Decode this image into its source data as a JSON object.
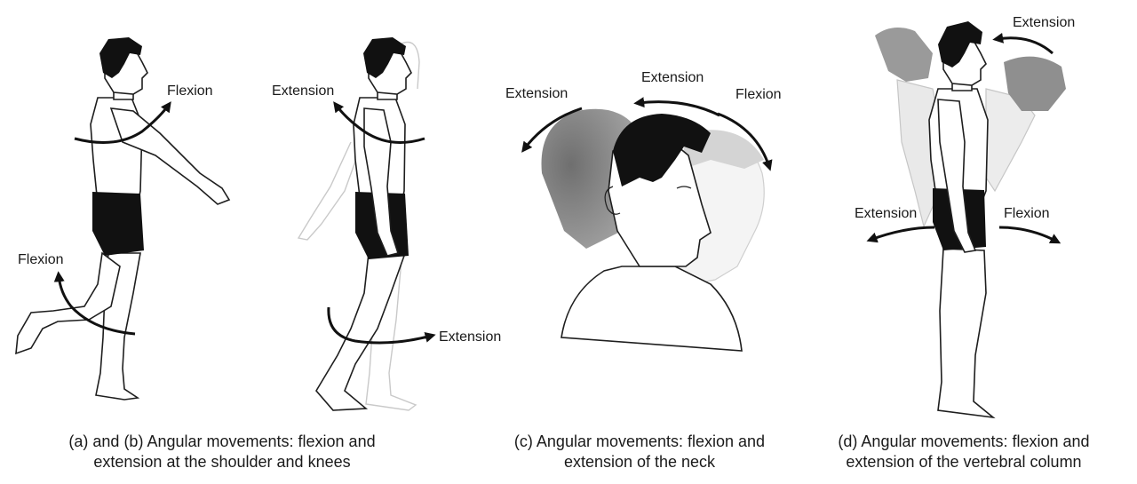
{
  "labels": {
    "a_flexion_arm": "Flexion",
    "b_extension_arm": "Extension",
    "a_flexion_knee": "Flexion",
    "b_extension_knee": "Extension",
    "c_extension_left": "Extension",
    "c_extension_top": "Extension",
    "c_flexion": "Flexion",
    "d_extension_top": "Extension",
    "d_extension_left": "Extension",
    "d_flexion": "Flexion"
  },
  "captions": {
    "ab_line1": "(a) and (b) Angular movements: flexion and",
    "ab_line2": "extension at the shoulder and knees",
    "c_line1": "(c) Angular movements: flexion and",
    "c_line2": "extension of the neck",
    "d_line1": "(d) Angular movements: flexion and",
    "d_line2": "extension of the vertebral column"
  }
}
